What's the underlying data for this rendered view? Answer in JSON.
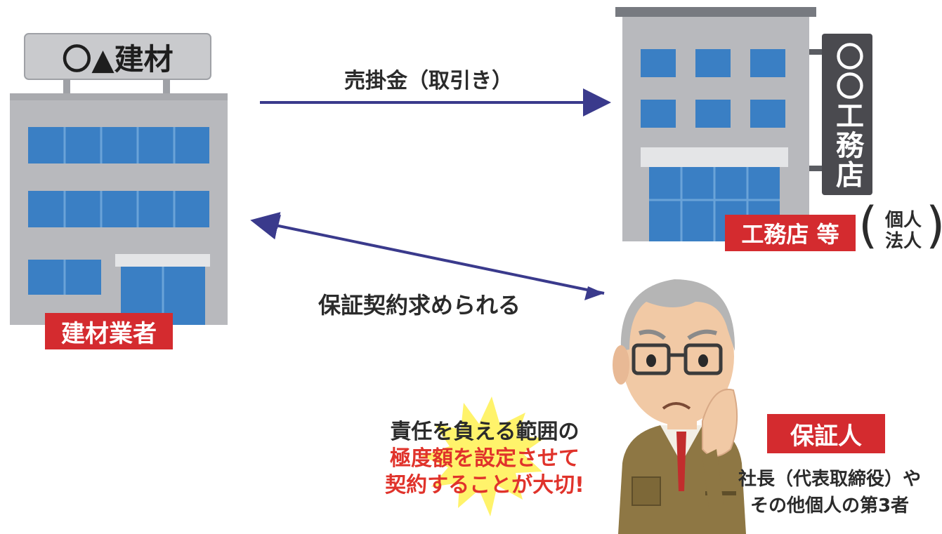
{
  "supplier": {
    "sign": "〇▲建材",
    "tag": "建材業者"
  },
  "contractor": {
    "sign": "〇〇工務店",
    "tag": "工務店 等",
    "types": [
      "個人",
      "法人"
    ]
  },
  "guarantor": {
    "tag": "保証人",
    "desc_line1": "社長（代表取締役）や",
    "desc_line2": "その他個人の第3者"
  },
  "arrows": {
    "receivable": "売掛金（取引き）",
    "guarantee": "保証契約求められる"
  },
  "callout": {
    "line1": "責任を負える範囲の",
    "line2": "極度額を設定させて",
    "line3": "契約することが大切!"
  },
  "colors": {
    "arrow": "#3a3a8c",
    "tag": "#d42b2f",
    "emphasis": "#e0332b",
    "building_gray": "#b8b9bd",
    "window_blue": "#3a7fc4",
    "burst_yellow": "#fff36b"
  }
}
